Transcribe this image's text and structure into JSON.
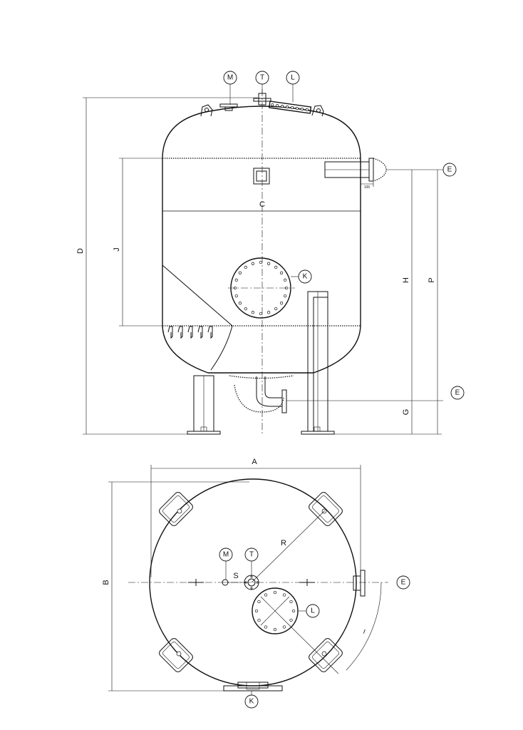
{
  "drawing": {
    "elevation": {
      "nozzle_labels": {
        "M": "M",
        "T": "T",
        "L": "L",
        "K": "K",
        "E_top": "E",
        "E_bottom": "E"
      },
      "dimension_labels": {
        "D": "D",
        "J": "J",
        "C": "C",
        "H": "H",
        "P": "P",
        "G": "G"
      },
      "nozzle_projection": "100"
    },
    "plan": {
      "nozzle_labels": {
        "M": "M",
        "T": "T",
        "L": "L",
        "K": "K",
        "E": "E"
      },
      "dimension_labels": {
        "A": "A",
        "B": "B",
        "R": "R",
        "S": "S"
      }
    }
  }
}
